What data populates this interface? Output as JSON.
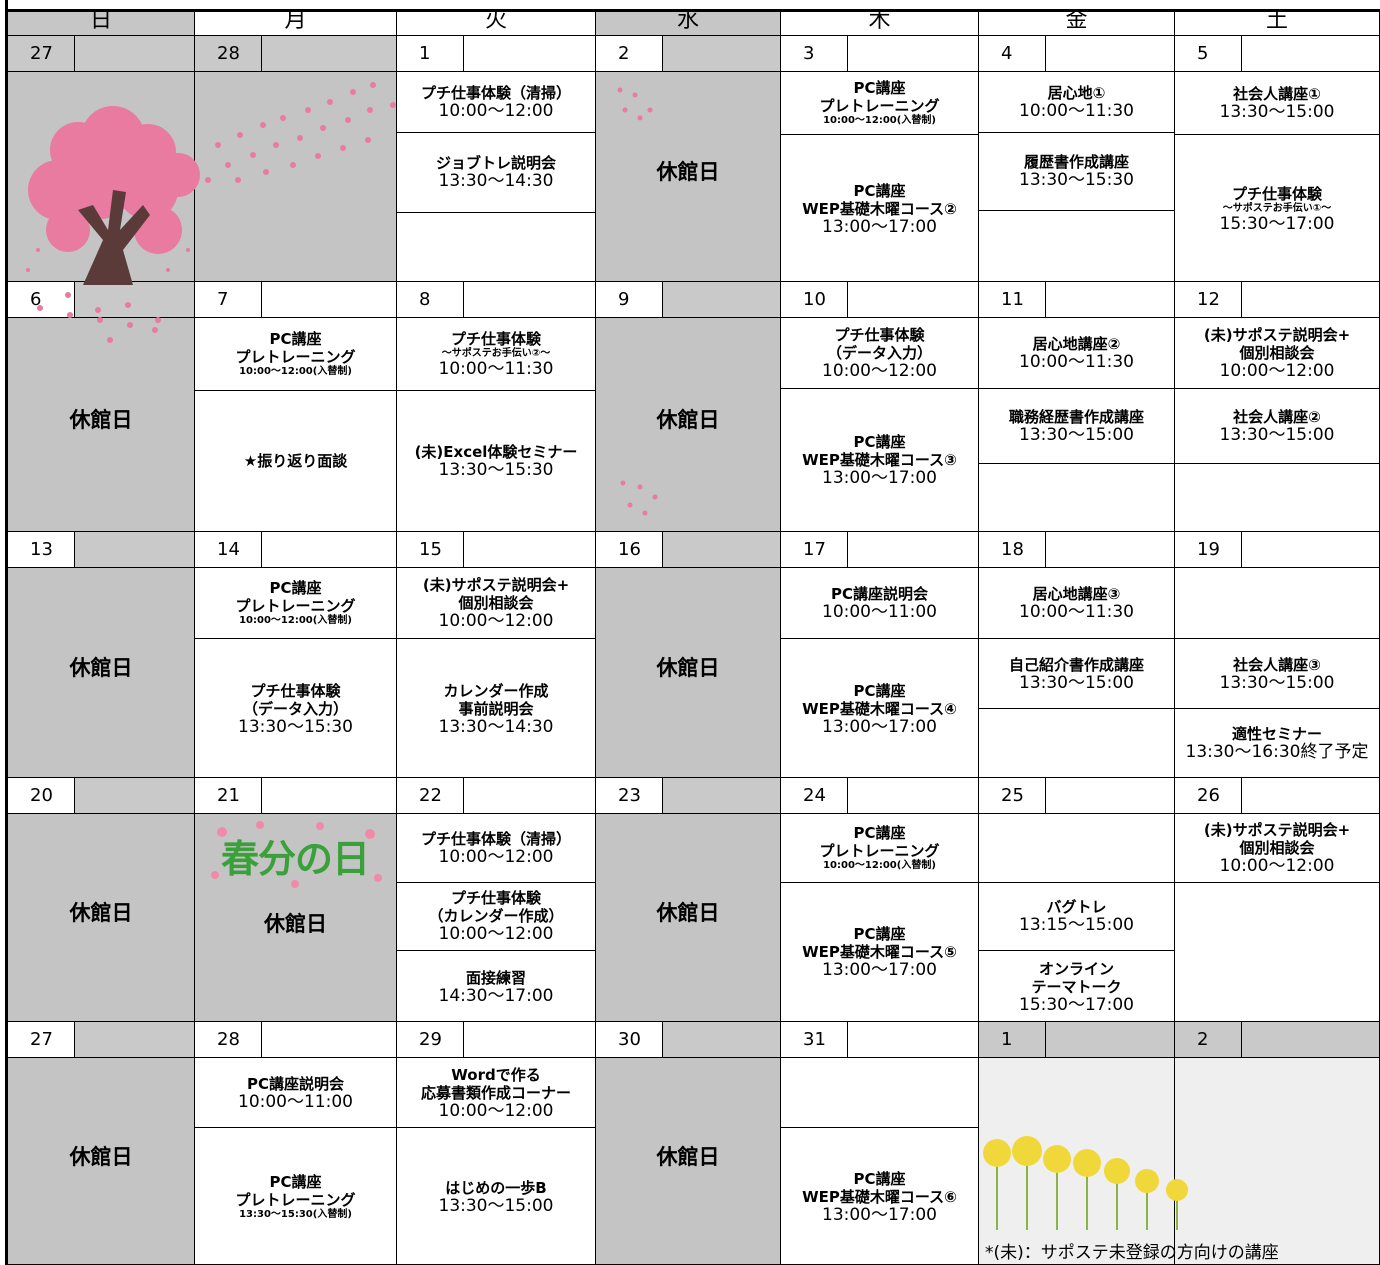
{
  "weekdays": [
    "日",
    "月",
    "火",
    "水",
    "木",
    "金",
    "土"
  ],
  "closed_label": "休館日",
  "footnote": "*(未)：サポステ未登録の方向けの講座",
  "holiday_label": "春分の日",
  "weeks": [
    {
      "days": [
        {
          "num": "27",
          "slots": []
        },
        {
          "num": "28",
          "slots": []
        },
        {
          "num": "1",
          "slots": [
            {
              "title": "プチ仕事体験（清掃）",
              "time": "10:00～12:00"
            },
            {
              "title": "ジョブトレ説明会",
              "time": "13:30～14:30"
            },
            {
              "title": "",
              "time": ""
            }
          ]
        },
        {
          "num": "2",
          "slots": []
        },
        {
          "num": "3",
          "slots": [
            {
              "title": "PC講座",
              "sub": "プレトレーニング",
              "small": "10:00～12:00(入替制)"
            },
            {
              "title": "PC講座",
              "sub": "WEP基礎木曜コース②",
              "time": "13:00～17:00"
            }
          ]
        },
        {
          "num": "4",
          "slots": [
            {
              "title": "居心地①",
              "time": "10:00～11:30"
            },
            {
              "title": "履歴書作成講座",
              "time": "13:30～15:30"
            },
            {
              "title": "",
              "time": ""
            }
          ]
        },
        {
          "num": "5",
          "slots": [
            {
              "title": "社会人講座①",
              "time": "13:30～15:00"
            },
            {
              "title": "プチ仕事体験",
              "small": "～サポステお手伝い①～",
              "time": "15:30～17:00"
            }
          ]
        }
      ]
    },
    {
      "days": [
        {
          "num": "6",
          "slots": []
        },
        {
          "num": "7",
          "slots": [
            {
              "title": "PC講座",
              "sub": "プレトレーニング",
              "small": "10:00～12:00(入替制)"
            },
            {
              "title": "★振り返り面談",
              "time": ""
            }
          ]
        },
        {
          "num": "8",
          "slots": [
            {
              "title": "プチ仕事体験",
              "small": "～サポステお手伝い②～",
              "time": "10:00～11:30"
            },
            {
              "title": "(未)Excel体験セミナー",
              "time": "13:30～15:30"
            }
          ]
        },
        {
          "num": "9",
          "slots": []
        },
        {
          "num": "10",
          "slots": [
            {
              "title": "プチ仕事体験",
              "sub": "（データ入力）",
              "time": "10:00～12:00"
            },
            {
              "title": "PC講座",
              "sub": "WEP基礎木曜コース③",
              "time": "13:00～17:00"
            }
          ]
        },
        {
          "num": "11",
          "slots": [
            {
              "title": "居心地講座②",
              "time": "10:00～11:30"
            },
            {
              "title": "職務経歴書作成講座",
              "time": "13:30～15:00"
            },
            {
              "title": "",
              "time": ""
            }
          ]
        },
        {
          "num": "12",
          "slots": [
            {
              "title": "(未)サポステ説明会+",
              "sub": "個別相談会",
              "time": "10:00～12:00"
            },
            {
              "title": "社会人講座②",
              "time": "13:30～15:00"
            },
            {
              "title": "",
              "time": ""
            }
          ]
        }
      ]
    },
    {
      "days": [
        {
          "num": "13",
          "slots": []
        },
        {
          "num": "14",
          "slots": [
            {
              "title": "PC講座",
              "sub": "プレトレーニング",
              "small": "10:00～12:00(入替制)"
            },
            {
              "title": "プチ仕事体験",
              "sub": "（データ入力）",
              "time": "13:30～15:30"
            }
          ]
        },
        {
          "num": "15",
          "slots": [
            {
              "title": "(未)サポステ説明会+",
              "sub": "個別相談会",
              "time": "10:00～12:00"
            },
            {
              "title": "カレンダー作成",
              "sub": "事前説明会",
              "time": "13:30～14:30"
            }
          ]
        },
        {
          "num": "16",
          "slots": []
        },
        {
          "num": "17",
          "slots": [
            {
              "title": "PC講座説明会",
              "time": "10:00～11:00"
            },
            {
              "title": "PC講座",
              "sub": "WEP基礎木曜コース④",
              "time": "13:00～17:00"
            }
          ]
        },
        {
          "num": "18",
          "slots": [
            {
              "title": "居心地講座③",
              "time": "10:00～11:30"
            },
            {
              "title": "自己紹介書作成講座",
              "time": "13:30～15:00"
            },
            {
              "title": "",
              "time": ""
            }
          ]
        },
        {
          "num": "19",
          "slots": [
            {
              "title": "",
              "time": ""
            },
            {
              "title": "社会人講座③",
              "time": "13:30～15:00"
            },
            {
              "title": "適性セミナー",
              "time": "13:30～16:30終了予定"
            }
          ]
        }
      ]
    },
    {
      "days": [
        {
          "num": "20",
          "slots": []
        },
        {
          "num": "21",
          "slots": []
        },
        {
          "num": "22",
          "slots": [
            {
              "title": "プチ仕事体験（清掃）",
              "time": "10:00～12:00"
            },
            {
              "title": "プチ仕事体験",
              "sub": "（カレンダー作成）",
              "time": "10:00～12:00"
            },
            {
              "title": "面接練習",
              "time": "14:30～17:00"
            }
          ]
        },
        {
          "num": "23",
          "slots": []
        },
        {
          "num": "24",
          "slots": [
            {
              "title": "PC講座",
              "sub": "プレトレーニング",
              "small": "10:00～12:00(入替制)"
            },
            {
              "title": "PC講座",
              "sub": "WEP基礎木曜コース⑤",
              "time": "13:00～17:00"
            }
          ]
        },
        {
          "num": "25",
          "slots": [
            {
              "title": "",
              "time": ""
            },
            {
              "title": "バグトレ",
              "time": "13:15～15:00"
            },
            {
              "title": "オンライン",
              "sub": "テーマトーク",
              "time": "15:30～17:00"
            }
          ]
        },
        {
          "num": "26",
          "slots": [
            {
              "title": "(未)サポステ説明会+",
              "sub": "個別相談会",
              "time": "10:00～12:00"
            },
            {
              "title": "",
              "time": ""
            }
          ]
        }
      ]
    },
    {
      "days": [
        {
          "num": "27",
          "slots": []
        },
        {
          "num": "28",
          "slots": [
            {
              "title": "PC講座説明会",
              "time": "10:00～11:00"
            },
            {
              "title": "PC講座",
              "sub": "プレトレーニング",
              "small": "13:30～15:30(入替制)"
            }
          ]
        },
        {
          "num": "29",
          "slots": [
            {
              "title": "Wordで作る",
              "sub": "応募書類作成コーナー",
              "time": "10:00～12:00"
            },
            {
              "title": "はじめの一歩B",
              "time": "13:30～15:00"
            }
          ]
        },
        {
          "num": "30",
          "slots": []
        },
        {
          "num": "31",
          "slots": [
            {
              "title": "",
              "time": ""
            },
            {
              "title": "PC講座",
              "sub": "WEP基礎木曜コース⑥",
              "time": "13:00～17:00"
            }
          ]
        },
        {
          "num": "1",
          "slots": []
        },
        {
          "num": "2",
          "slots": []
        }
      ]
    }
  ],
  "colors": {
    "closed_gray": "#c4c4c4",
    "outside_month": "#efefef",
    "blossom": "#e97aa0",
    "trunk": "#5b3a3a",
    "holiday_green": "#3aa13a",
    "rapeseed": "#f0d83a"
  }
}
